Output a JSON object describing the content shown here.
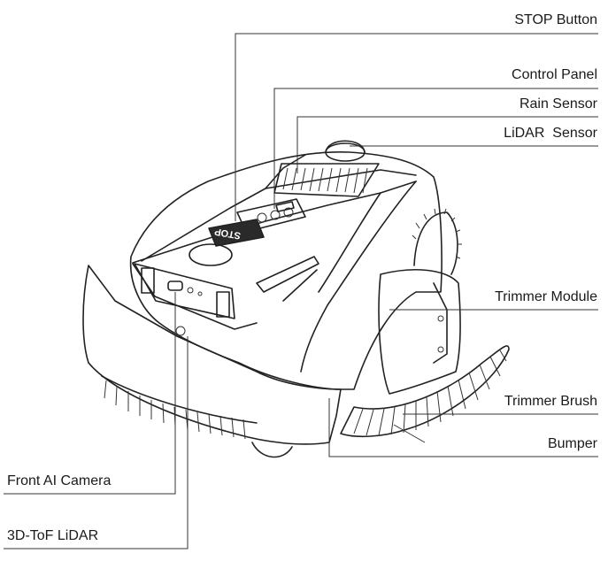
{
  "labels": {
    "stop_button": "STOP Button",
    "control_panel": "Control Panel",
    "rain_sensor": "Rain Sensor",
    "lidar_sensor": "LiDAR  Sensor",
    "trimmer_module": "Trimmer Module",
    "trimmer_brush": "Trimmer Brush",
    "bumper": "Bumper",
    "front_ai_camera": "Front AI Camera",
    "tof_lidar": "3D-ToF LiDAR"
  },
  "device": {
    "stop_text": "STOP"
  }
}
